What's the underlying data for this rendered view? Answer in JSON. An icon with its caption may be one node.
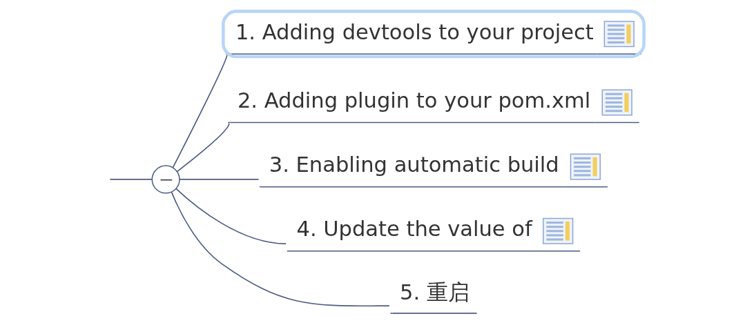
{
  "diagram": {
    "nodes": [
      {
        "text": [],
        "shape": "circle"
      },
      {
        "text": [
          "1. Adding devtools to your project"
        ]
      },
      {
        "text": [
          "2. Adding plugin to your pom.xml"
        ]
      },
      {
        "text": [
          "3. Enabling automatic build"
        ]
      },
      {
        "text": [
          "4. Update the value of"
        ]
      },
      {
        "text": [
          "5. 重启"
        ]
      }
    ],
    "edges": [
      {
        "from": null,
        "to": 0,
        "arrow": "none"
      },
      {
        "from": 0,
        "to": 1,
        "arrow": "none"
      },
      {
        "from": 0,
        "to": 2,
        "arrow": "none"
      },
      {
        "from": 0,
        "to": 3,
        "arrow": "none"
      },
      {
        "from": 0,
        "to": 4,
        "arrow": "none"
      },
      {
        "from": 0,
        "to": 5,
        "arrow": "none"
      }
    ]
  }
}
